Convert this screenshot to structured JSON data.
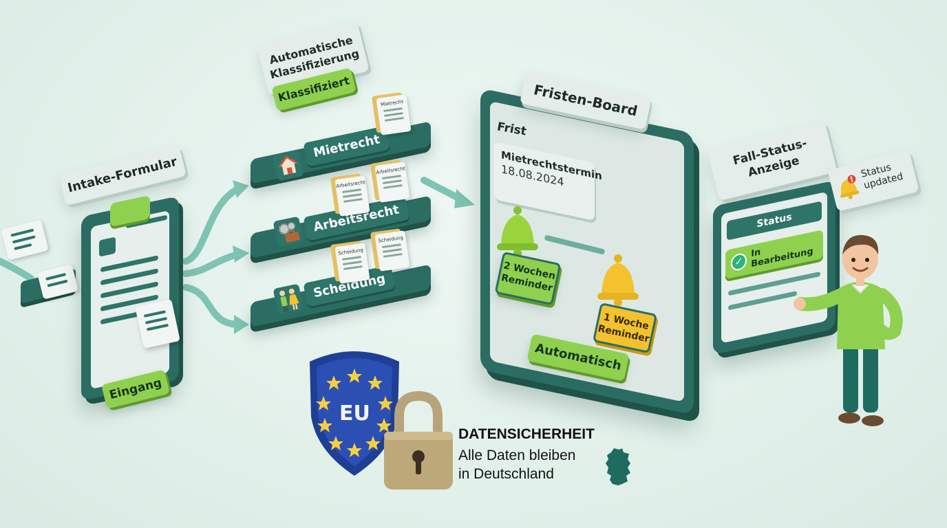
{
  "intake": {
    "title": "Intake-Formular",
    "eingang": "Eingang"
  },
  "classification": {
    "title_line1": "Automatische",
    "title_line2": "Klassifizierung",
    "status": "Klassifiziert",
    "shelves": [
      {
        "label": "Mietrecht",
        "doc_label": "Mietrecht",
        "icon": "house-icon"
      },
      {
        "label": "Arbeitsrecht",
        "doc_label": "Arbeitsrecht",
        "doc_label_small": "Arbeitsrecht",
        "icon": "gears-briefcase-icon"
      },
      {
        "label": "Scheidung",
        "doc_label": "Scheidung",
        "doc_label_small": "Scheidung",
        "icon": "couple-icon"
      }
    ]
  },
  "fristen": {
    "title": "Fristen-Board",
    "frist_label": "Frist",
    "termin": "Mietrechtstermin",
    "date": "18.08.2024",
    "reminder1_line1": "2 Wochen",
    "reminder1_line2": "Reminder",
    "reminder2_line1": "1 Woche",
    "reminder2_line2": "Reminder",
    "auto": "Automatisch"
  },
  "status_panel": {
    "title_line1": "Fall-Status-",
    "title_line2": "Anzeige",
    "status_header": "Status",
    "status_value": "In Bearbeitung",
    "notify_line1": "Status",
    "notify_line2": "updated"
  },
  "security": {
    "shield_text": "EU",
    "heading": "DATENSICHERHEIT",
    "line1": "Alle Daten bleiben",
    "line2": "in Deutschland"
  },
  "colors": {
    "teal_dark": "#2b6d63",
    "green_accent": "#8fd14f",
    "bell_green": "#9ad43c",
    "bell_yellow": "#f3c22e",
    "eu_blue": "#2b4fb3"
  }
}
